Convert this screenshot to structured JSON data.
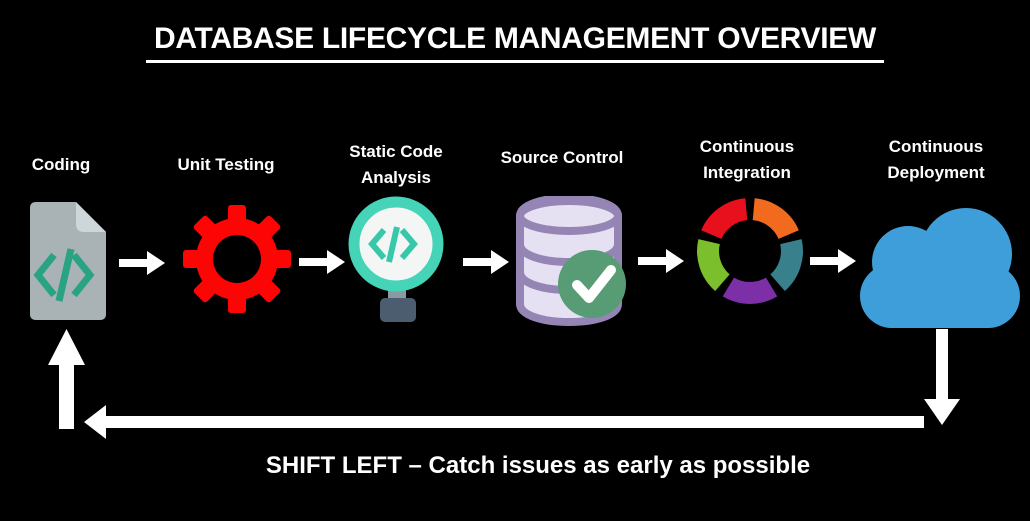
{
  "title": "DATABASE LIFECYCLE MANAGEMENT OVERVIEW",
  "stages": [
    {
      "label": "Coding",
      "icon": "code-document-icon"
    },
    {
      "label": "Unit Testing",
      "icon": "gear-icon"
    },
    {
      "label": "Static Code Analysis",
      "icon": "code-magnifier-icon"
    },
    {
      "label": "Source Control",
      "icon": "database-check-icon"
    },
    {
      "label": "Continuous Integration",
      "icon": "segmented-ring-icon"
    },
    {
      "label": "Continuous Deployment",
      "icon": "cloud-icon"
    }
  ],
  "footer": {
    "shift_left_text": "SHIFT LEFT – Catch issues as early as possible"
  },
  "colors": {
    "background": "#000000",
    "text": "#ffffff",
    "arrow": "#ffffff",
    "document_body": "#a9b3b6",
    "document_fold": "#ced6d9",
    "code_glyph": "#2aa284",
    "gear": "#fe0505",
    "magnifier_ring": "#45d4b8",
    "magnifier_lens": "#f3f6f5",
    "magnifier_glyph": "#36c8a8",
    "magnifier_neck": "#8d99a2",
    "magnifier_handle": "#4b5d6e",
    "database_stroke": "#9585b4",
    "database_fill": "#e6e0f3",
    "check_circle": "#579c74",
    "check_mark": "#ffffff",
    "ring_segments": [
      "#f26a1d",
      "#37808c",
      "#7c2fa6",
      "#7cbf2d",
      "#e8101c"
    ],
    "cloud": "#3d9ed9"
  }
}
